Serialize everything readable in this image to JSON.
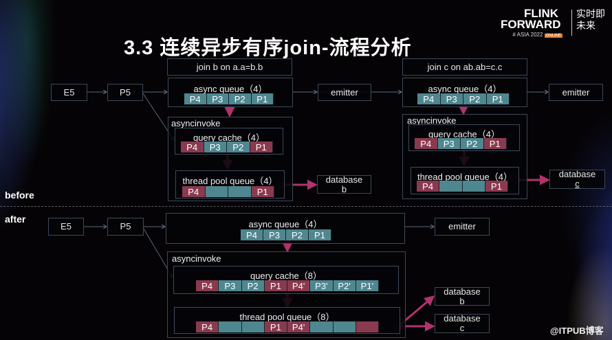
{
  "title": "3.3 连续异步有序join-流程分析",
  "logo": {
    "line1": "FLINK",
    "line2": "FORWARD",
    "sub": "# ASIA 2022",
    "badge": "ONLINE",
    "cn1": "实时即",
    "cn2": "未来"
  },
  "watermark": "@ITPUB博客",
  "colors": {
    "teal": "#4f8790",
    "red": "#8a3a4f",
    "arrow": "#b0336e"
  },
  "before": {
    "label": "before",
    "e5": "E5",
    "p5": "P5",
    "joinB": {
      "header": "join b on a.a=b.b",
      "async_queue": "async queue（4）",
      "async_cells": [
        [
          "P4",
          "teal"
        ],
        [
          "P3",
          "teal"
        ],
        [
          "P2",
          "teal"
        ],
        [
          "P1",
          "teal"
        ]
      ],
      "asyncinvoke": "asyncinvoke",
      "query_cache": "query cache（4）",
      "cache_cells": [
        [
          "P4",
          "red"
        ],
        [
          "P3",
          "teal"
        ],
        [
          "P2",
          "teal"
        ],
        [
          "P1",
          "red"
        ]
      ],
      "thread_pool": "thread pool queue（4）",
      "pool_cells": [
        [
          "P4",
          "red"
        ],
        [
          "",
          "teal"
        ],
        [
          "",
          "teal"
        ],
        [
          "P1",
          "red"
        ]
      ],
      "emitter": "emitter",
      "db1": "database",
      "db2": "b"
    },
    "joinC": {
      "header": "join c on ab.ab=c.c",
      "async_queue": "async queue（4）",
      "async_cells": [
        [
          "P4",
          "teal"
        ],
        [
          "P3",
          "teal"
        ],
        [
          "P2",
          "teal"
        ],
        [
          "P1",
          "teal"
        ]
      ],
      "asyncinvoke": "asyncinvoke",
      "query_cache": "query cache（4）",
      "cache_cells": [
        [
          "P4",
          "red"
        ],
        [
          "P3",
          "teal"
        ],
        [
          "P2",
          "teal"
        ],
        [
          "P1",
          "red"
        ]
      ],
      "thread_pool": "thread pool queue（4）",
      "pool_cells": [
        [
          "P4",
          "red"
        ],
        [
          "",
          "teal"
        ],
        [
          "",
          "teal"
        ],
        [
          "P1",
          "red"
        ]
      ],
      "emitter": "emitter",
      "db1": "database",
      "db2": "c"
    }
  },
  "after": {
    "label": "after",
    "e5": "E5",
    "p5": "P5",
    "async_queue": "async queue（4）",
    "async_cells": [
      [
        "P4",
        "teal"
      ],
      [
        "P3",
        "teal"
      ],
      [
        "P2",
        "teal"
      ],
      [
        "P1",
        "teal"
      ]
    ],
    "emitter": "emitter",
    "asyncinvoke": "asyncinvoke",
    "query_cache": "query cache（8）",
    "cache_cells": [
      [
        "P4",
        "red"
      ],
      [
        "P3",
        "teal"
      ],
      [
        "P2",
        "teal"
      ],
      [
        "P1",
        "red"
      ],
      [
        "P4'",
        "red"
      ],
      [
        "P3'",
        "teal"
      ],
      [
        "P2'",
        "teal"
      ],
      [
        "P1'",
        "teal"
      ]
    ],
    "thread_pool": "thread pool queue（8）",
    "pool_cells": [
      [
        "P4",
        "red"
      ],
      [
        "",
        "teal"
      ],
      [
        "",
        "teal"
      ],
      [
        "P1",
        "red"
      ],
      [
        "P4'",
        "red"
      ],
      [
        "",
        "teal"
      ],
      [
        "",
        "teal"
      ],
      [
        "",
        "red"
      ]
    ],
    "dbB1": "database",
    "dbB2": "b",
    "dbC1": "database",
    "dbC2": "c"
  }
}
